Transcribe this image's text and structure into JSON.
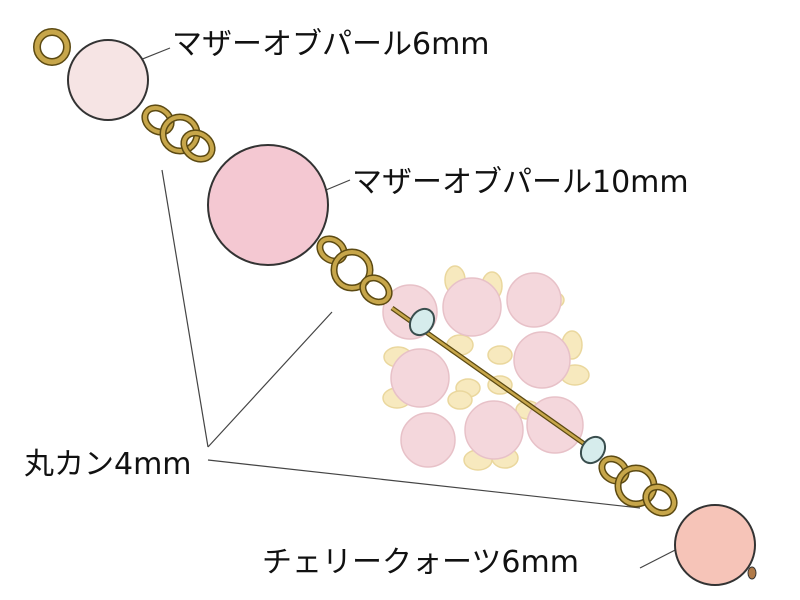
{
  "labels": {
    "bead_small": "マザーオブパール6mm",
    "bead_large": "マザーオブパール10mm",
    "jump_ring": "丸カン4mm",
    "cherry_quartz": "チェリークォーツ6mm"
  },
  "colors": {
    "ring_fill": "#c7a64a",
    "ring_outline": "#5c4a12",
    "pearl_small": "#f6e4e4",
    "pearl_large": "#f4c8d2",
    "cherry_quartz": "#f6c4b8",
    "background_motif_bead": "#f1c9cf",
    "background_motif_seed": "#f4e1a6",
    "spacer_bead": "#d6ecec",
    "leader_line": "#444444"
  }
}
